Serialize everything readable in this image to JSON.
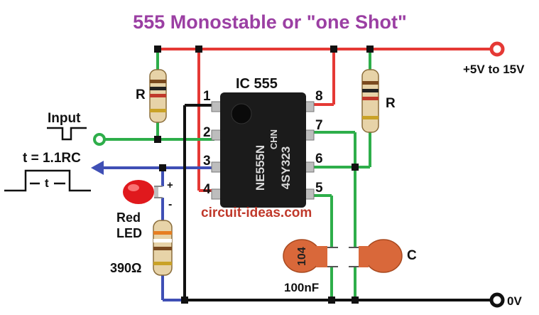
{
  "title": "555 Monostable or \"one Shot\"",
  "colors": {
    "title": "#9b3fa3",
    "wire_red": "#e53935",
    "wire_green": "#2eae4a",
    "wire_blue": "#3f4fb5",
    "wire_black": "#111111",
    "watermark": "#c0392b",
    "cap_body": "#d9683a"
  },
  "labels": {
    "ic": "IC 555",
    "supply": "+5V to 15V",
    "ground": "0V",
    "input": "Input",
    "timing": "t = 1.1RC",
    "pulse_t": "t",
    "resistor_left": "R",
    "resistor_right": "R",
    "led_line1": "Red",
    "led_line2": "LED",
    "led_plus": "+",
    "led_minus": "-",
    "resistor_390": "390Ω",
    "cap_100n": "100nF",
    "cap_104": "104",
    "cap_c": "C",
    "watermark": "circuit-ideas.com"
  },
  "pins": [
    "1",
    "2",
    "3",
    "4",
    "8",
    "7",
    "6",
    "5"
  ],
  "chip_marking": [
    "NE555N",
    "CHN",
    "4SY323"
  ]
}
